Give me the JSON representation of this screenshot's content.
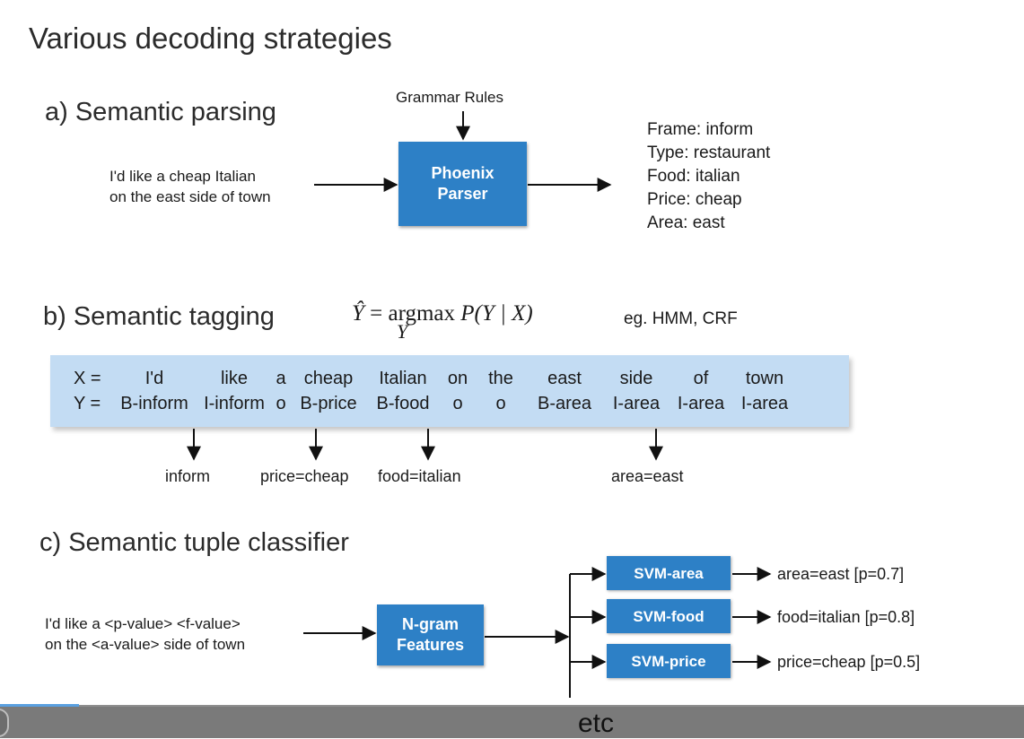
{
  "title": "Various decoding strategies",
  "section_a": {
    "title": "a) Semantic parsing",
    "grammar_label": "Grammar Rules",
    "input_lines": [
      "I'd like a cheap Italian",
      "on the east side of town"
    ],
    "box_lines": [
      "Phoenix",
      "Parser"
    ],
    "output_lines": [
      "Frame: inform",
      "Type: restaurant",
      "Food: italian",
      "Price: cheap",
      "Area: east"
    ]
  },
  "section_b": {
    "title": "b) Semantic tagging",
    "formula": {
      "lhs": "Ŷ",
      "eq": " = arg",
      "max": "max",
      "sub": "Y",
      "rhs": "P(Y | X)"
    },
    "examples": "eg. HMM, CRF",
    "x_label": "X =",
    "y_label": "Y =",
    "words": [
      "I'd",
      "like",
      "a",
      "cheap",
      "Italian",
      "on",
      "the",
      "east",
      "side",
      "of",
      "town"
    ],
    "tags": [
      "B-inform",
      "I-inform",
      "o",
      "B-price",
      "B-food",
      "o",
      "o",
      "B-area",
      "I-area",
      "I-area",
      "I-area"
    ],
    "outputs": [
      "inform",
      "price=cheap",
      "food=italian",
      "area=east"
    ]
  },
  "section_c": {
    "title": "c) Semantic tuple classifier",
    "input_lines": [
      "I'd like a <p-value> <f-value>",
      "on the <a-value> side of town"
    ],
    "features_box_lines": [
      "N-gram",
      "Features"
    ],
    "classifiers": [
      {
        "label": "SVM-area",
        "output": "area=east [p=0.7]"
      },
      {
        "label": "SVM-food",
        "output": "food=italian [p=0.8]"
      },
      {
        "label": "SVM-price",
        "output": "price=cheap [p=0.5]"
      }
    ]
  },
  "footer": {
    "text": "etc"
  }
}
